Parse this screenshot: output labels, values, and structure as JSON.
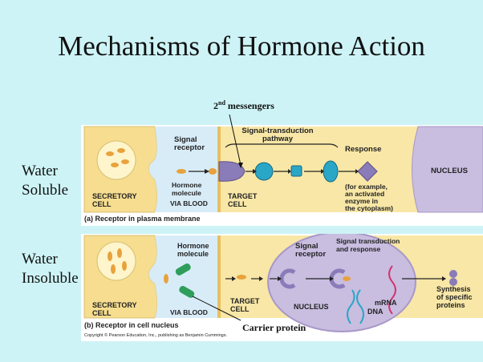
{
  "title": "Mechanisms of Hormone Action",
  "row_labels": {
    "soluble": [
      "Water",
      "Soluble"
    ],
    "insoluble": [
      "Water",
      "Insoluble"
    ]
  },
  "callouts": {
    "second_messengers_main": "2",
    "second_messengers_sup": "nd",
    "second_messengers_tail": " messengers",
    "carrier_protein": "Carrier protein"
  },
  "panel_a": {
    "secretory_cell": [
      "SECRETORY",
      "CELL"
    ],
    "via_blood": "VIA BLOOD",
    "target_cell": [
      "TARGET",
      "CELL"
    ],
    "hormone_molecule": [
      "Hormone",
      "molecule"
    ],
    "signal_receptor": [
      "Signal",
      "receptor"
    ],
    "pathway": [
      "Signal-transduction",
      "pathway"
    ],
    "response": "Response",
    "response_detail": [
      "(for example,",
      "an activated",
      "enzyme in",
      "the cytoplasm)"
    ],
    "nucleus": "NUCLEUS",
    "caption": "(a) Receptor in plasma membrane"
  },
  "panel_b": {
    "secretory_cell": [
      "SECRETORY",
      "CELL"
    ],
    "via_blood": "VIA BLOOD",
    "target_cell": [
      "TARGET",
      "CELL"
    ],
    "hormone_molecule": [
      "Hormone",
      "molecule"
    ],
    "signal_receptor": [
      "Signal",
      "receptor"
    ],
    "transduction": [
      "Signal transduction",
      "and response"
    ],
    "nucleus": "NUCLEUS",
    "dna": "DNA",
    "mrna": "mRNA",
    "synthesis": [
      "Synthesis",
      "of specific",
      "proteins"
    ],
    "caption": "(b) Receptor in cell nucleus"
  },
  "copyright": "Copyright © Pearson Education, Inc., publishing as Benjamin Cummings.",
  "colors": {
    "background": "#cdf3f6",
    "cytoplasm": "#f8e7a6",
    "blood": "#d8ecf8",
    "nucleus": "#c9bde0",
    "hormone": "#e8a23c",
    "receptor": "#8a7cb8",
    "messenger": "#2aa6c6",
    "carrier": "#2e9e5a",
    "mrna": "#d2336e"
  }
}
